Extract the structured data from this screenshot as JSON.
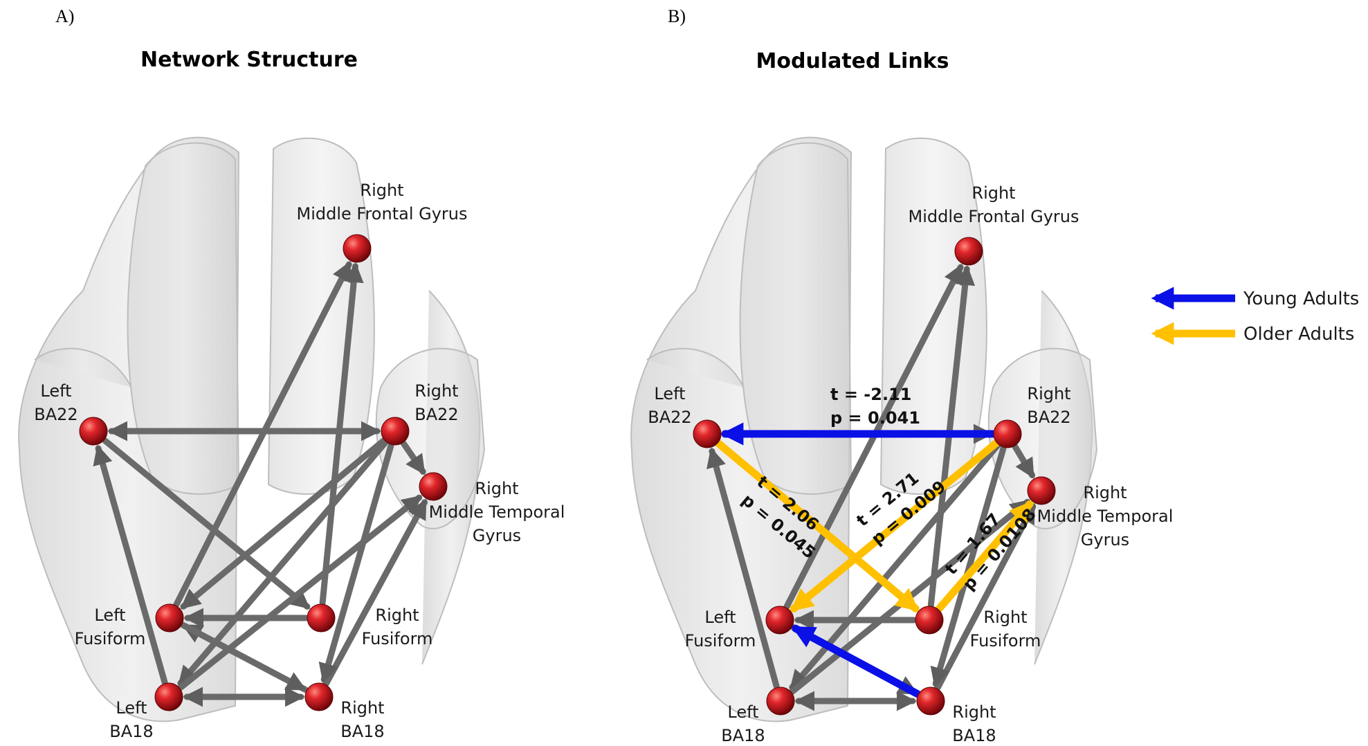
{
  "panels": [
    {
      "letter": "A)",
      "title": "Network Structure",
      "nodes": {
        "mfg": [
          "Right",
          "Middle Frontal Gyrus"
        ],
        "lba22": [
          "Left",
          "BA22"
        ],
        "rba22": [
          "Right",
          "BA22"
        ],
        "mtg": [
          "Right",
          "Middle Temporal",
          "Gyrus"
        ],
        "lfus": [
          "Left",
          "Fusiform"
        ],
        "rfus": [
          "Right",
          "Fusiform"
        ],
        "lba18": [
          "Left",
          "BA18"
        ],
        "rba18": [
          "Right",
          "BA18"
        ]
      }
    },
    {
      "letter": "B)",
      "title": "Modulated Links",
      "nodes": {
        "mfg": [
          "Right",
          "Middle Frontal Gyrus"
        ],
        "lba22": [
          "Left",
          "BA22"
        ],
        "rba22": [
          "Right",
          "BA22"
        ],
        "mtg": [
          "Right",
          "Middle Temporal",
          "Gyrus"
        ],
        "lfus": [
          "Left",
          "Fusiform"
        ],
        "rfus": [
          "Right",
          "Fusiform"
        ],
        "lba18": [
          "Left",
          "BA18"
        ],
        "rba18": [
          "Right",
          "BA18"
        ]
      },
      "modulated_links": [
        {
          "from": "rba22",
          "to": "lba22",
          "group": "young",
          "t": "t = -2.11",
          "p": "p = 0.041"
        },
        {
          "from": "lba22",
          "to": "rfus",
          "group": "older",
          "t": "t = 2.06",
          "p": "p = 0.045"
        },
        {
          "from": "rba22",
          "to": "lfus",
          "group": "older",
          "t": "t = 2.71",
          "p": "p = 0.009"
        },
        {
          "from": "rfus",
          "to": "mtg",
          "group": "older",
          "t": "t = 1.67",
          "p": "p = 0.0108"
        },
        {
          "from": "rba18",
          "to": "lfus",
          "group": "young",
          "t": "",
          "p": ""
        }
      ]
    }
  ],
  "network_edges": [
    {
      "from": "lba22",
      "to": "rba22",
      "bidirectional": true
    },
    {
      "from": "lba18",
      "to": "rba18",
      "bidirectional": true
    },
    {
      "from": "rfus",
      "to": "lfus",
      "bidirectional": false
    },
    {
      "from": "rba22",
      "to": "mtg",
      "bidirectional": false
    },
    {
      "from": "lfus",
      "to": "mfg",
      "bidirectional": false
    },
    {
      "from": "rfus",
      "to": "mfg",
      "bidirectional": false
    },
    {
      "from": "lba18",
      "to": "lba22",
      "bidirectional": false
    },
    {
      "from": "lba22",
      "to": "rfus",
      "bidirectional": false
    },
    {
      "from": "rba22",
      "to": "lfus",
      "bidirectional": false
    },
    {
      "from": "rba18",
      "to": "lfus",
      "bidirectional": false
    },
    {
      "from": "lfus",
      "to": "rba18",
      "bidirectional": false
    },
    {
      "from": "rba22",
      "to": "lba18",
      "bidirectional": false
    },
    {
      "from": "lba18",
      "to": "mtg",
      "bidirectional": false
    },
    {
      "from": "rba18",
      "to": "mtg",
      "bidirectional": false
    },
    {
      "from": "rba22",
      "to": "rba18",
      "bidirectional": false
    }
  ],
  "legend": [
    {
      "label": "Young Adults",
      "color": "#0a10e6"
    },
    {
      "label": "Older Adults",
      "color": "#ffc000"
    }
  ],
  "colors": {
    "node": "#c8141a",
    "edge": "#6a6a6a",
    "young": "#0a10e6",
    "older": "#ffc000",
    "brain": "#d9d9d9"
  }
}
